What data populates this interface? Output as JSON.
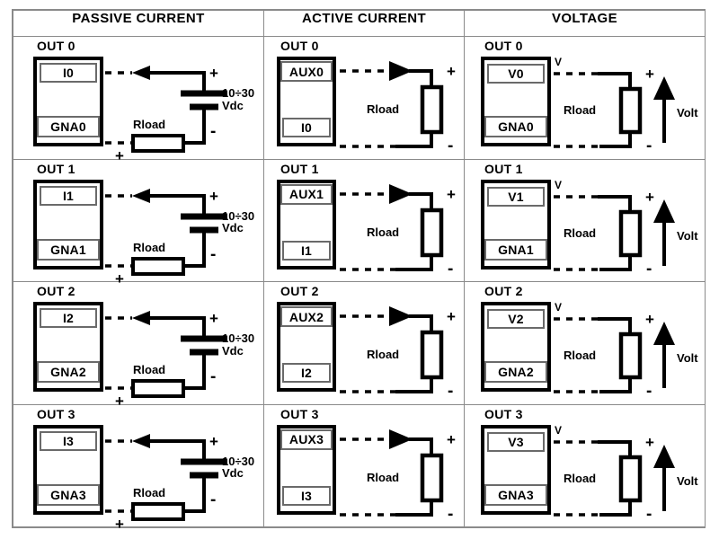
{
  "table": {
    "headers": [
      {
        "id": "passive-current",
        "label": "PASSIVE CURRENT"
      },
      {
        "id": "active-current",
        "label": "ACTIVE CURRENT"
      },
      {
        "id": "voltage",
        "label": "VOLTAGE"
      }
    ],
    "rows": [
      {
        "index": 0,
        "passive": {
          "out_label": "OUT 0",
          "terminal_top": "I0",
          "terminal_bottom": "GNA0",
          "load_label": "Rload",
          "supply_label_line1": "10÷30",
          "supply_label_line2": "Vdc",
          "plus_supply": "+",
          "minus_supply": "-",
          "plus_load": "+"
        },
        "active": {
          "out_label": "OUT 0",
          "terminal_top": "AUX0",
          "terminal_bottom": "I0",
          "load_label": "Rload",
          "plus": "+",
          "minus": "-"
        },
        "voltage": {
          "out_label": "OUT 0",
          "terminal_top": "V0",
          "terminal_bottom": "GNA0",
          "v_label": "V",
          "load_label": "Rload",
          "meter_label": "Volt",
          "plus": "+",
          "minus": "-"
        }
      },
      {
        "index": 1,
        "passive": {
          "out_label": "OUT 1",
          "terminal_top": "I1",
          "terminal_bottom": "GNA1",
          "load_label": "Rload",
          "supply_label_line1": "10÷30",
          "supply_label_line2": "Vdc",
          "plus_supply": "+",
          "minus_supply": "-",
          "plus_load": "+"
        },
        "active": {
          "out_label": "OUT 1",
          "terminal_top": "AUX1",
          "terminal_bottom": "I1",
          "load_label": "Rload",
          "plus": "+",
          "minus": "-"
        },
        "voltage": {
          "out_label": "OUT 1",
          "terminal_top": "V1",
          "terminal_bottom": "GNA1",
          "v_label": "V",
          "load_label": "Rload",
          "meter_label": "Volt",
          "plus": "+",
          "minus": "-"
        }
      },
      {
        "index": 2,
        "passive": {
          "out_label": "OUT 2",
          "terminal_top": "I2",
          "terminal_bottom": "GNA2",
          "load_label": "Rload",
          "supply_label_line1": "10÷30",
          "supply_label_line2": "Vdc",
          "plus_supply": "+",
          "minus_supply": "-",
          "plus_load": "+"
        },
        "active": {
          "out_label": "OUT 2",
          "terminal_top": "AUX2",
          "terminal_bottom": "I2",
          "load_label": "Rload",
          "plus": "+",
          "minus": "-"
        },
        "voltage": {
          "out_label": "OUT 2",
          "terminal_top": "V2",
          "terminal_bottom": "GNA2",
          "v_label": "V",
          "load_label": "Rload",
          "meter_label": "Volt",
          "plus": "+",
          "minus": "-"
        }
      },
      {
        "index": 3,
        "passive": {
          "out_label": "OUT 3",
          "terminal_top": "I3",
          "terminal_bottom": "GNA3",
          "load_label": "Rload",
          "supply_label_line1": "10÷30",
          "supply_label_line2": "Vdc",
          "plus_supply": "+",
          "minus_supply": "-",
          "plus_load": "+"
        },
        "active": {
          "out_label": "OUT 3",
          "terminal_top": "AUX3",
          "terminal_bottom": "I3",
          "load_label": "Rload",
          "plus": "+",
          "minus": "-"
        },
        "voltage": {
          "out_label": "OUT 3",
          "terminal_top": "V3",
          "terminal_bottom": "GNA3",
          "v_label": "V",
          "load_label": "Rload",
          "meter_label": "Volt",
          "plus": "+",
          "minus": "-"
        }
      }
    ]
  },
  "colors": {
    "wire": "#000000",
    "grid_line": "#8a8a8a",
    "terminal_border": "#6a6a6a",
    "background": "#ffffff"
  }
}
